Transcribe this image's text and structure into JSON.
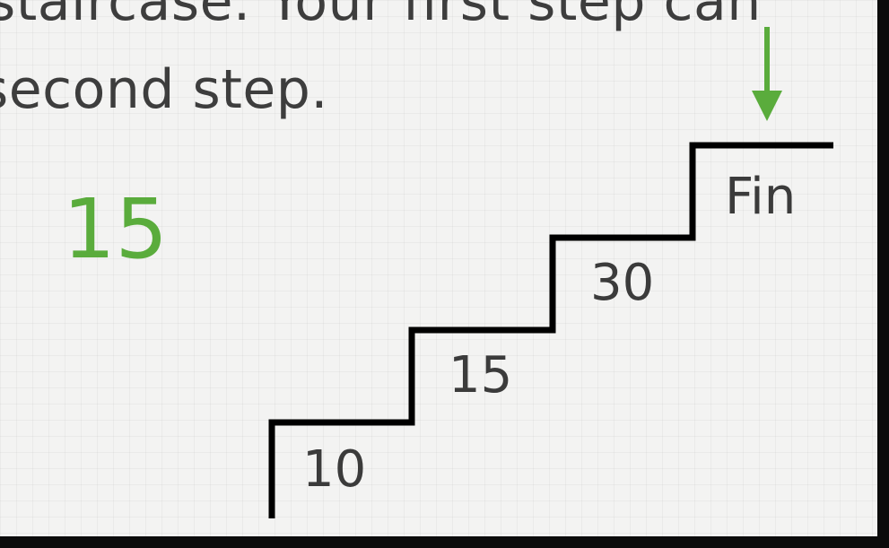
{
  "prompt_text": {
    "line_1": "staircase. Your first step can",
    "line_2": "second step."
  },
  "running_total": "15",
  "staircase": {
    "steps": [
      {
        "cost": "10"
      },
      {
        "cost": "15"
      },
      {
        "cost": "30"
      }
    ],
    "finish_label": "Fin"
  },
  "colors": {
    "accent": "#5aac3c",
    "text": "#3d3d3d",
    "stair_line": "#000000",
    "background": "#f3f3f2"
  }
}
